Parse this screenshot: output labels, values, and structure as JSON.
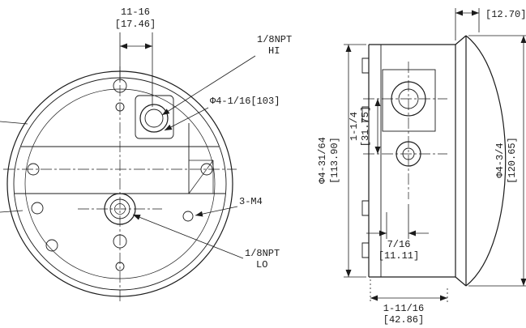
{
  "front_view": {
    "dim_port_offset": {
      "in": "11-16",
      "mm": "[17.46]"
    },
    "label_port_hi": {
      "l1": "1/8NPT",
      "l2": "HI"
    },
    "label_bolt_circle": "Φ4-1/16[103]",
    "label_mount_holes": "3-M4",
    "label_port_lo": {
      "l1": "1/8NPT",
      "l2": "LO"
    }
  },
  "side_view": {
    "dim_lip_depth": {
      "mm": "[12.70]"
    },
    "dim_flange_dia": {
      "in": "Φ4-31/64",
      "mm": "[113.90]"
    },
    "dim_port_spacing": {
      "in": "1-1/4",
      "mm": "[31.75]"
    },
    "dim_bezel_dia": {
      "in": "Φ4-3/4",
      "mm": "[120.65]"
    },
    "dim_port_depth": {
      "in": "7/16",
      "mm": "[11.11]"
    },
    "dim_case_depth": {
      "in": "1-11/16",
      "mm": "[42.86]"
    }
  },
  "colors": {
    "ink": "#1b1b1b",
    "paper": "#ffffff"
  }
}
